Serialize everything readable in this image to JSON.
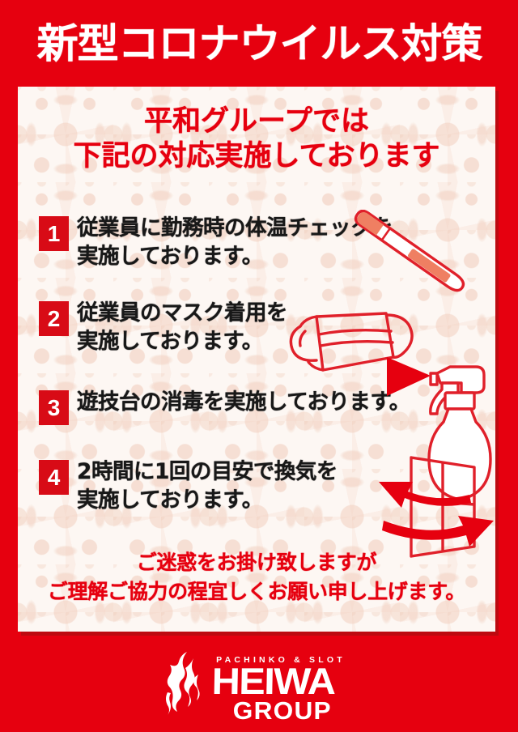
{
  "poster": {
    "title": "新型コロナウイルス対策",
    "subtitle_line1": "平和グループでは",
    "subtitle_line2": "下記の対応実施しております",
    "closing_line1": "ご迷惑をお掛け致しますが",
    "closing_line2": "ご理解ご協力の程宜しくお願い申し上げます。"
  },
  "items": [
    {
      "number": "1",
      "line1": "従業員に勤務時の体温チェックを",
      "line2": "実施しております。",
      "icon": "thermometer-icon"
    },
    {
      "number": "2",
      "line1": "従業員のマスク着用を",
      "line2": "実施しております。",
      "icon": "face-mask-icon"
    },
    {
      "number": "3",
      "line1": "遊技台の消毒を実施しております。",
      "line2": "",
      "icon": "spray-bottle-icon"
    },
    {
      "number": "4",
      "line1": "2時間に1回の目安で換気を",
      "line2": "実施しております。",
      "icon": "ventilation-window-icon"
    }
  ],
  "logo": {
    "tagline": "PACHINKO & SLOT",
    "name": "HEIWA",
    "suffix": "GROUP"
  },
  "colors": {
    "background_red": "#e6000f",
    "badge_red": "#d80b16",
    "shadow_red": "#bd0a10",
    "panel_cream": "#fdf7f3",
    "pattern_peach": "#f0c8b6",
    "text_black": "#181818",
    "text_white": "#ffffff",
    "art_red": "#e0202a",
    "art_accent_salmon": "#ef7f62"
  }
}
